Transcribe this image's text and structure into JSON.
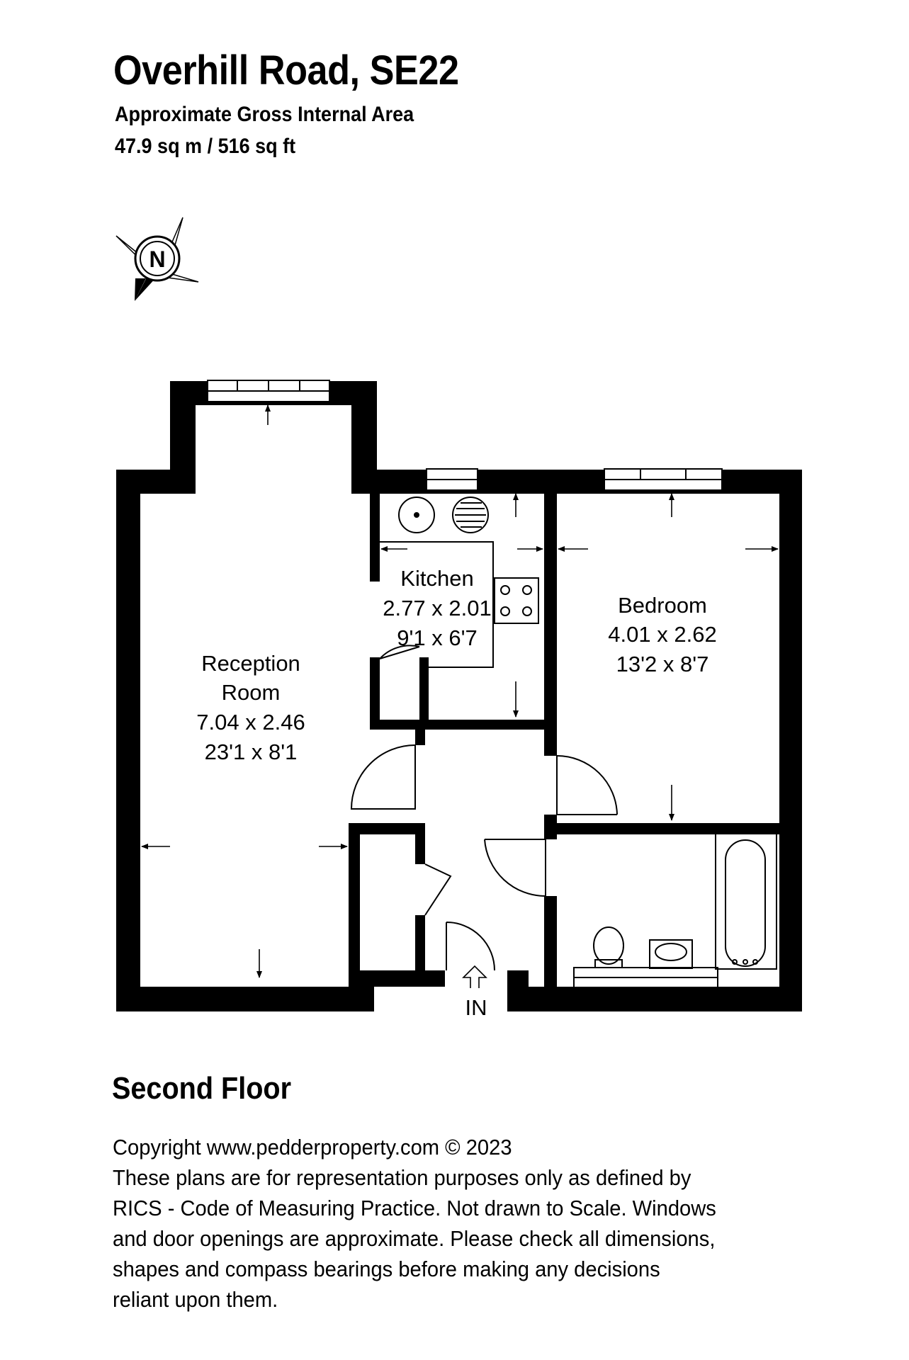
{
  "header": {
    "title": "Overhill Road, SE22",
    "area_label": "Approximate Gross Internal Area",
    "area_value": "47.9 sq m / 516 sq ft"
  },
  "compass": {
    "letter": "N",
    "icon": "compass-rose-icon"
  },
  "rooms": {
    "reception": {
      "name_line1": "Reception",
      "name_line2": "Room",
      "metric": "7.04 x 2.46",
      "imperial": "23'1 x 8'1"
    },
    "kitchen": {
      "name": "Kitchen",
      "metric": "2.77 x 2.01",
      "imperial": "9'1 x 6'7"
    },
    "bedroom": {
      "name": "Bedroom",
      "metric": "4.01 x 2.62",
      "imperial": "13'2 x 8'7"
    }
  },
  "entrance": {
    "label": "IN"
  },
  "floor_label": "Second Floor",
  "copyright": {
    "lines": [
      "Copyright www.pedderproperty.com © 2023",
      "These plans are for representation purposes only as defined by",
      "RICS - Code of Measuring Practice. Not drawn to Scale. Windows",
      "and door openings are approximate. Please check all dimensions,",
      "shapes and compass bearings before making any decisions",
      "reliant upon them."
    ]
  },
  "colors": {
    "wall": "#000000",
    "background": "#ffffff",
    "line": "#000000"
  }
}
